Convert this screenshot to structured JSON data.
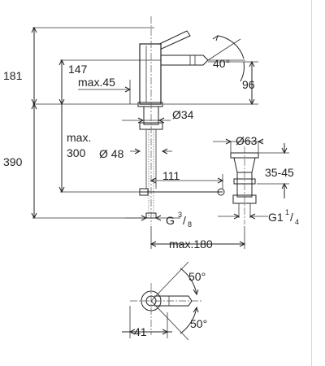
{
  "colors": {
    "line": "#222222",
    "background": "#ffffff",
    "rule": "#d9d9d9"
  },
  "dimensions": {
    "total_top": "181",
    "spout_height": "147",
    "max_reach": "max.45",
    "lever_angle": "40°",
    "outlet_height": "96",
    "base_diameter": "Ø34",
    "max_depth_label": "max.",
    "max_depth_value": "300",
    "total_bottom": "390",
    "shank_diameter": "Ø 48",
    "spacing": "111",
    "waste_diameter": "Ø63",
    "waste_range": "35-45",
    "connection_g": "G",
    "connection_g_sup": "3",
    "connection_g_sub": "8",
    "waste_thread": "G1",
    "waste_thread_sup": "1",
    "waste_thread_sub": "4",
    "max_width": "max.180",
    "swivel_top": "50°",
    "swivel_bottom": "50°",
    "swivel_radius": "41"
  }
}
